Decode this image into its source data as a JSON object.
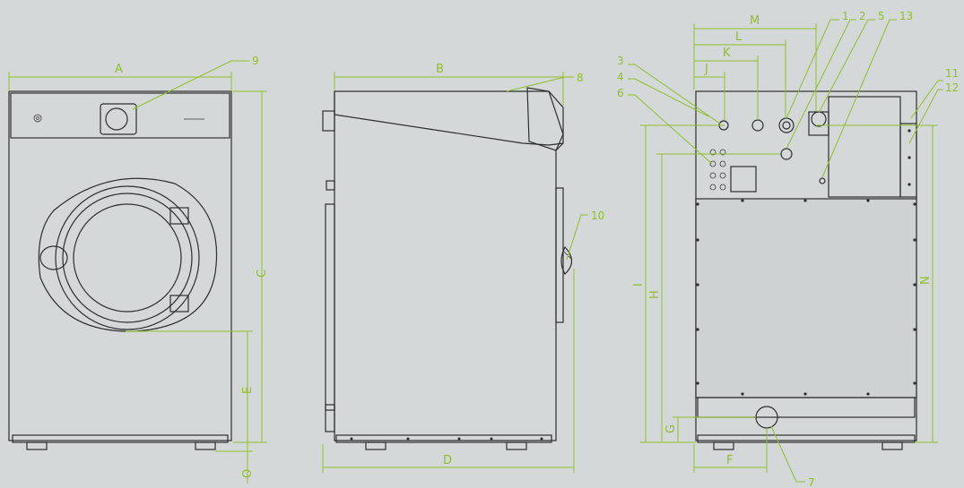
{
  "dimension_labels": {
    "A": "A",
    "B": "B",
    "C": "C",
    "D": "D",
    "E": "E",
    "F": "F",
    "G": "G",
    "H": "H",
    "I": "I",
    "J": "J",
    "K": "K",
    "L": "L",
    "M": "M",
    "N": "N",
    "O": "O"
  },
  "callouts": {
    "c1": "1",
    "c2": "2",
    "c3": "3",
    "c4": "4",
    "c5": "5",
    "c6": "6",
    "c7": "7",
    "c8": "8",
    "c9": "9",
    "c10": "10",
    "c11": "11",
    "c12": "12",
    "c13": "13"
  },
  "colors": {
    "background": "#d5d8d8",
    "line": "#2e2e2e",
    "dimension": "#8fbf2a"
  }
}
